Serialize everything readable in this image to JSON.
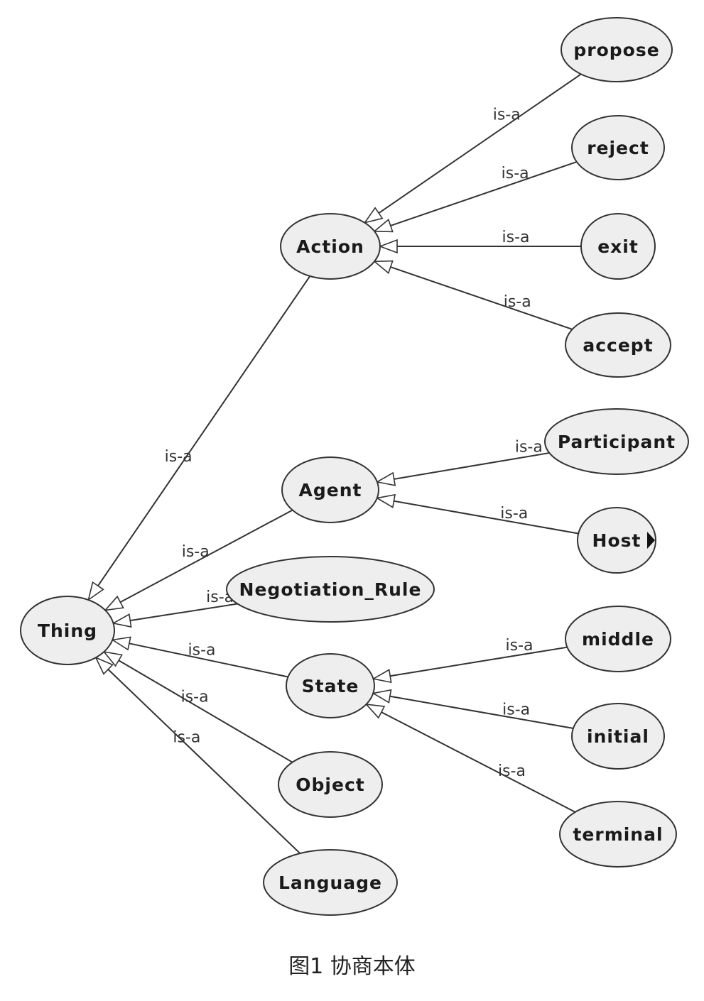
{
  "diagram": {
    "edge_label": "is-a",
    "nodes": [
      {
        "id": "thing",
        "label": "Thing"
      },
      {
        "id": "action",
        "label": "Action"
      },
      {
        "id": "agent",
        "label": "Agent"
      },
      {
        "id": "negotiation_rule",
        "label": "Negotiation_Rule"
      },
      {
        "id": "state",
        "label": "State"
      },
      {
        "id": "object",
        "label": "Object"
      },
      {
        "id": "language",
        "label": "Language"
      },
      {
        "id": "propose",
        "label": "propose"
      },
      {
        "id": "reject",
        "label": "reject"
      },
      {
        "id": "exit",
        "label": "exit"
      },
      {
        "id": "accept",
        "label": "accept"
      },
      {
        "id": "participant",
        "label": "Participant"
      },
      {
        "id": "host",
        "label": "Host"
      },
      {
        "id": "middle",
        "label": "middle"
      },
      {
        "id": "initial",
        "label": "initial"
      },
      {
        "id": "terminal",
        "label": "terminal"
      }
    ],
    "edges": [
      {
        "from": "action",
        "to": "thing",
        "label": "is-a"
      },
      {
        "from": "agent",
        "to": "thing",
        "label": "is-a"
      },
      {
        "from": "negotiation_rule",
        "to": "thing",
        "label": "is-a"
      },
      {
        "from": "state",
        "to": "thing",
        "label": "is-a"
      },
      {
        "from": "object",
        "to": "thing",
        "label": "is-a"
      },
      {
        "from": "language",
        "to": "thing",
        "label": "is-a"
      },
      {
        "from": "propose",
        "to": "action",
        "label": "is-a"
      },
      {
        "from": "reject",
        "to": "action",
        "label": "is-a"
      },
      {
        "from": "exit",
        "to": "action",
        "label": "is-a"
      },
      {
        "from": "accept",
        "to": "action",
        "label": "is-a"
      },
      {
        "from": "participant",
        "to": "agent",
        "label": "is-a"
      },
      {
        "from": "host",
        "to": "agent",
        "label": "is-a"
      },
      {
        "from": "middle",
        "to": "state",
        "label": "is-a"
      },
      {
        "from": "initial",
        "to": "state",
        "label": "is-a"
      },
      {
        "from": "terminal",
        "to": "state",
        "label": "is-a"
      }
    ]
  },
  "caption": "图1   协商本体"
}
